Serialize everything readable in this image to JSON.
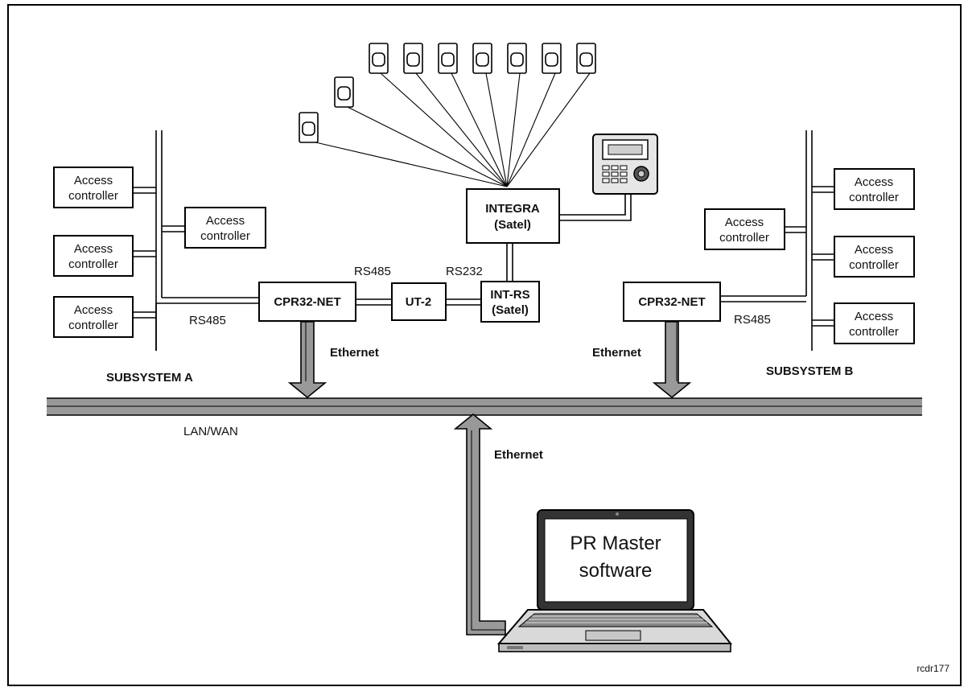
{
  "subsystem_a": {
    "title": "SUBSYSTEM A",
    "controllers": [
      {
        "line1": "Access",
        "line2": "controller"
      },
      {
        "line1": "Access",
        "line2": "controller"
      },
      {
        "line1": "Access",
        "line2": "controller"
      },
      {
        "line1": "Access",
        "line2": "controller"
      }
    ],
    "bus_label": "RS485",
    "cpr_label": "CPR32-NET",
    "ethernet_label": "Ethernet"
  },
  "subsystem_b": {
    "title": "SUBSYSTEM B",
    "controllers": [
      {
        "line1": "Access",
        "line2": "controller"
      },
      {
        "line1": "Access",
        "line2": "controller"
      },
      {
        "line1": "Access",
        "line2": "controller"
      },
      {
        "line1": "Access",
        "line2": "controller"
      }
    ],
    "bus_label": "RS485",
    "cpr_label": "CPR32-NET",
    "ethernet_label": "Ethernet"
  },
  "integration": {
    "link_rs485": "RS485",
    "link_rs232": "RS232",
    "ut2_label": "UT-2",
    "intrs_line1": "INT-RS",
    "intrs_line2": "(Satel)",
    "integra_line1": "INTEGRA",
    "integra_line2": "(Satel)",
    "detector_icon": "motion-detector-icon",
    "keypad_icon": "keypad-icon"
  },
  "network": {
    "label": "LAN/WAN",
    "ethernet_label": "Ethernet"
  },
  "laptop": {
    "line1": "PR Master",
    "line2": "software",
    "icon": "laptop-icon"
  },
  "reference": "rcdr177"
}
